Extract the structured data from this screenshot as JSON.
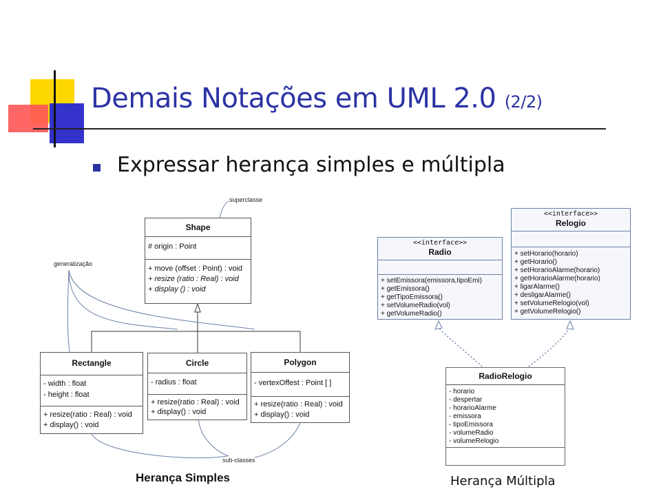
{
  "slide": {
    "title": "Demais Notações em UML 2.0",
    "title_suffix": "(2/2)",
    "bullet": "Expressar herança simples e múltipla",
    "accent_color": "#2b33a3"
  },
  "simple": {
    "caption": "Herança Simples",
    "notes": {
      "superclass": "superclasse",
      "generalization": "generalização",
      "subclasses": "sub-classes"
    },
    "shape": {
      "name": "Shape",
      "attributes": [
        "# origin : Point"
      ],
      "operations": [
        "+ move (offset : Point) : void",
        "+ resize (ratio : Real) : void",
        "+ display () : void"
      ]
    },
    "rectangle": {
      "name": "Rectangle",
      "attributes": [
        "- width : float",
        "- height : float"
      ],
      "operations": [
        "+ resize(ratio : Real) : void",
        "+ display() : void"
      ]
    },
    "circle": {
      "name": "Circle",
      "attributes": [
        "- radius : float"
      ],
      "operations": [
        "+ resize(ratio : Real) : void",
        "+ display() : void"
      ]
    },
    "polygon": {
      "name": "Polygon",
      "attributes": [
        "- vertexOffest : Point [ ]"
      ],
      "operations": [
        "+ resize(ratio : Real) : void",
        "+ display() : void"
      ]
    }
  },
  "multiple": {
    "caption": "Herança Múltipla",
    "radio": {
      "stereotype": "<<interface>>",
      "name": "Radio",
      "operations": [
        "+ setEmissora(emissora,tipoEmi)",
        "+ getEmissora()",
        "+ getTipoEmissora()",
        "+ setVolumeRadio(vol)",
        "+ getVolumeRadio()"
      ]
    },
    "relogio": {
      "stereotype": "<<interface>>",
      "name": "Relogio",
      "operations": [
        "+ setHorario(horario)",
        "+ getHorario()",
        "+ setHorarioAlarme(horario)",
        "+ getHorarioAlarme(horario)",
        "+ ligarAlarme()",
        "+ desligarAlarme()",
        "+ setVolumeRelogio(vol)",
        "+ getVolumeRelogio()"
      ]
    },
    "radiorelogio": {
      "name": "RadioRelogio",
      "attributes": [
        "- horario",
        "- despertar",
        "- horarioAlarme",
        "- emissora",
        "- tipoEmissora",
        "- volumeRadio",
        "- volumeRelogio"
      ]
    }
  }
}
